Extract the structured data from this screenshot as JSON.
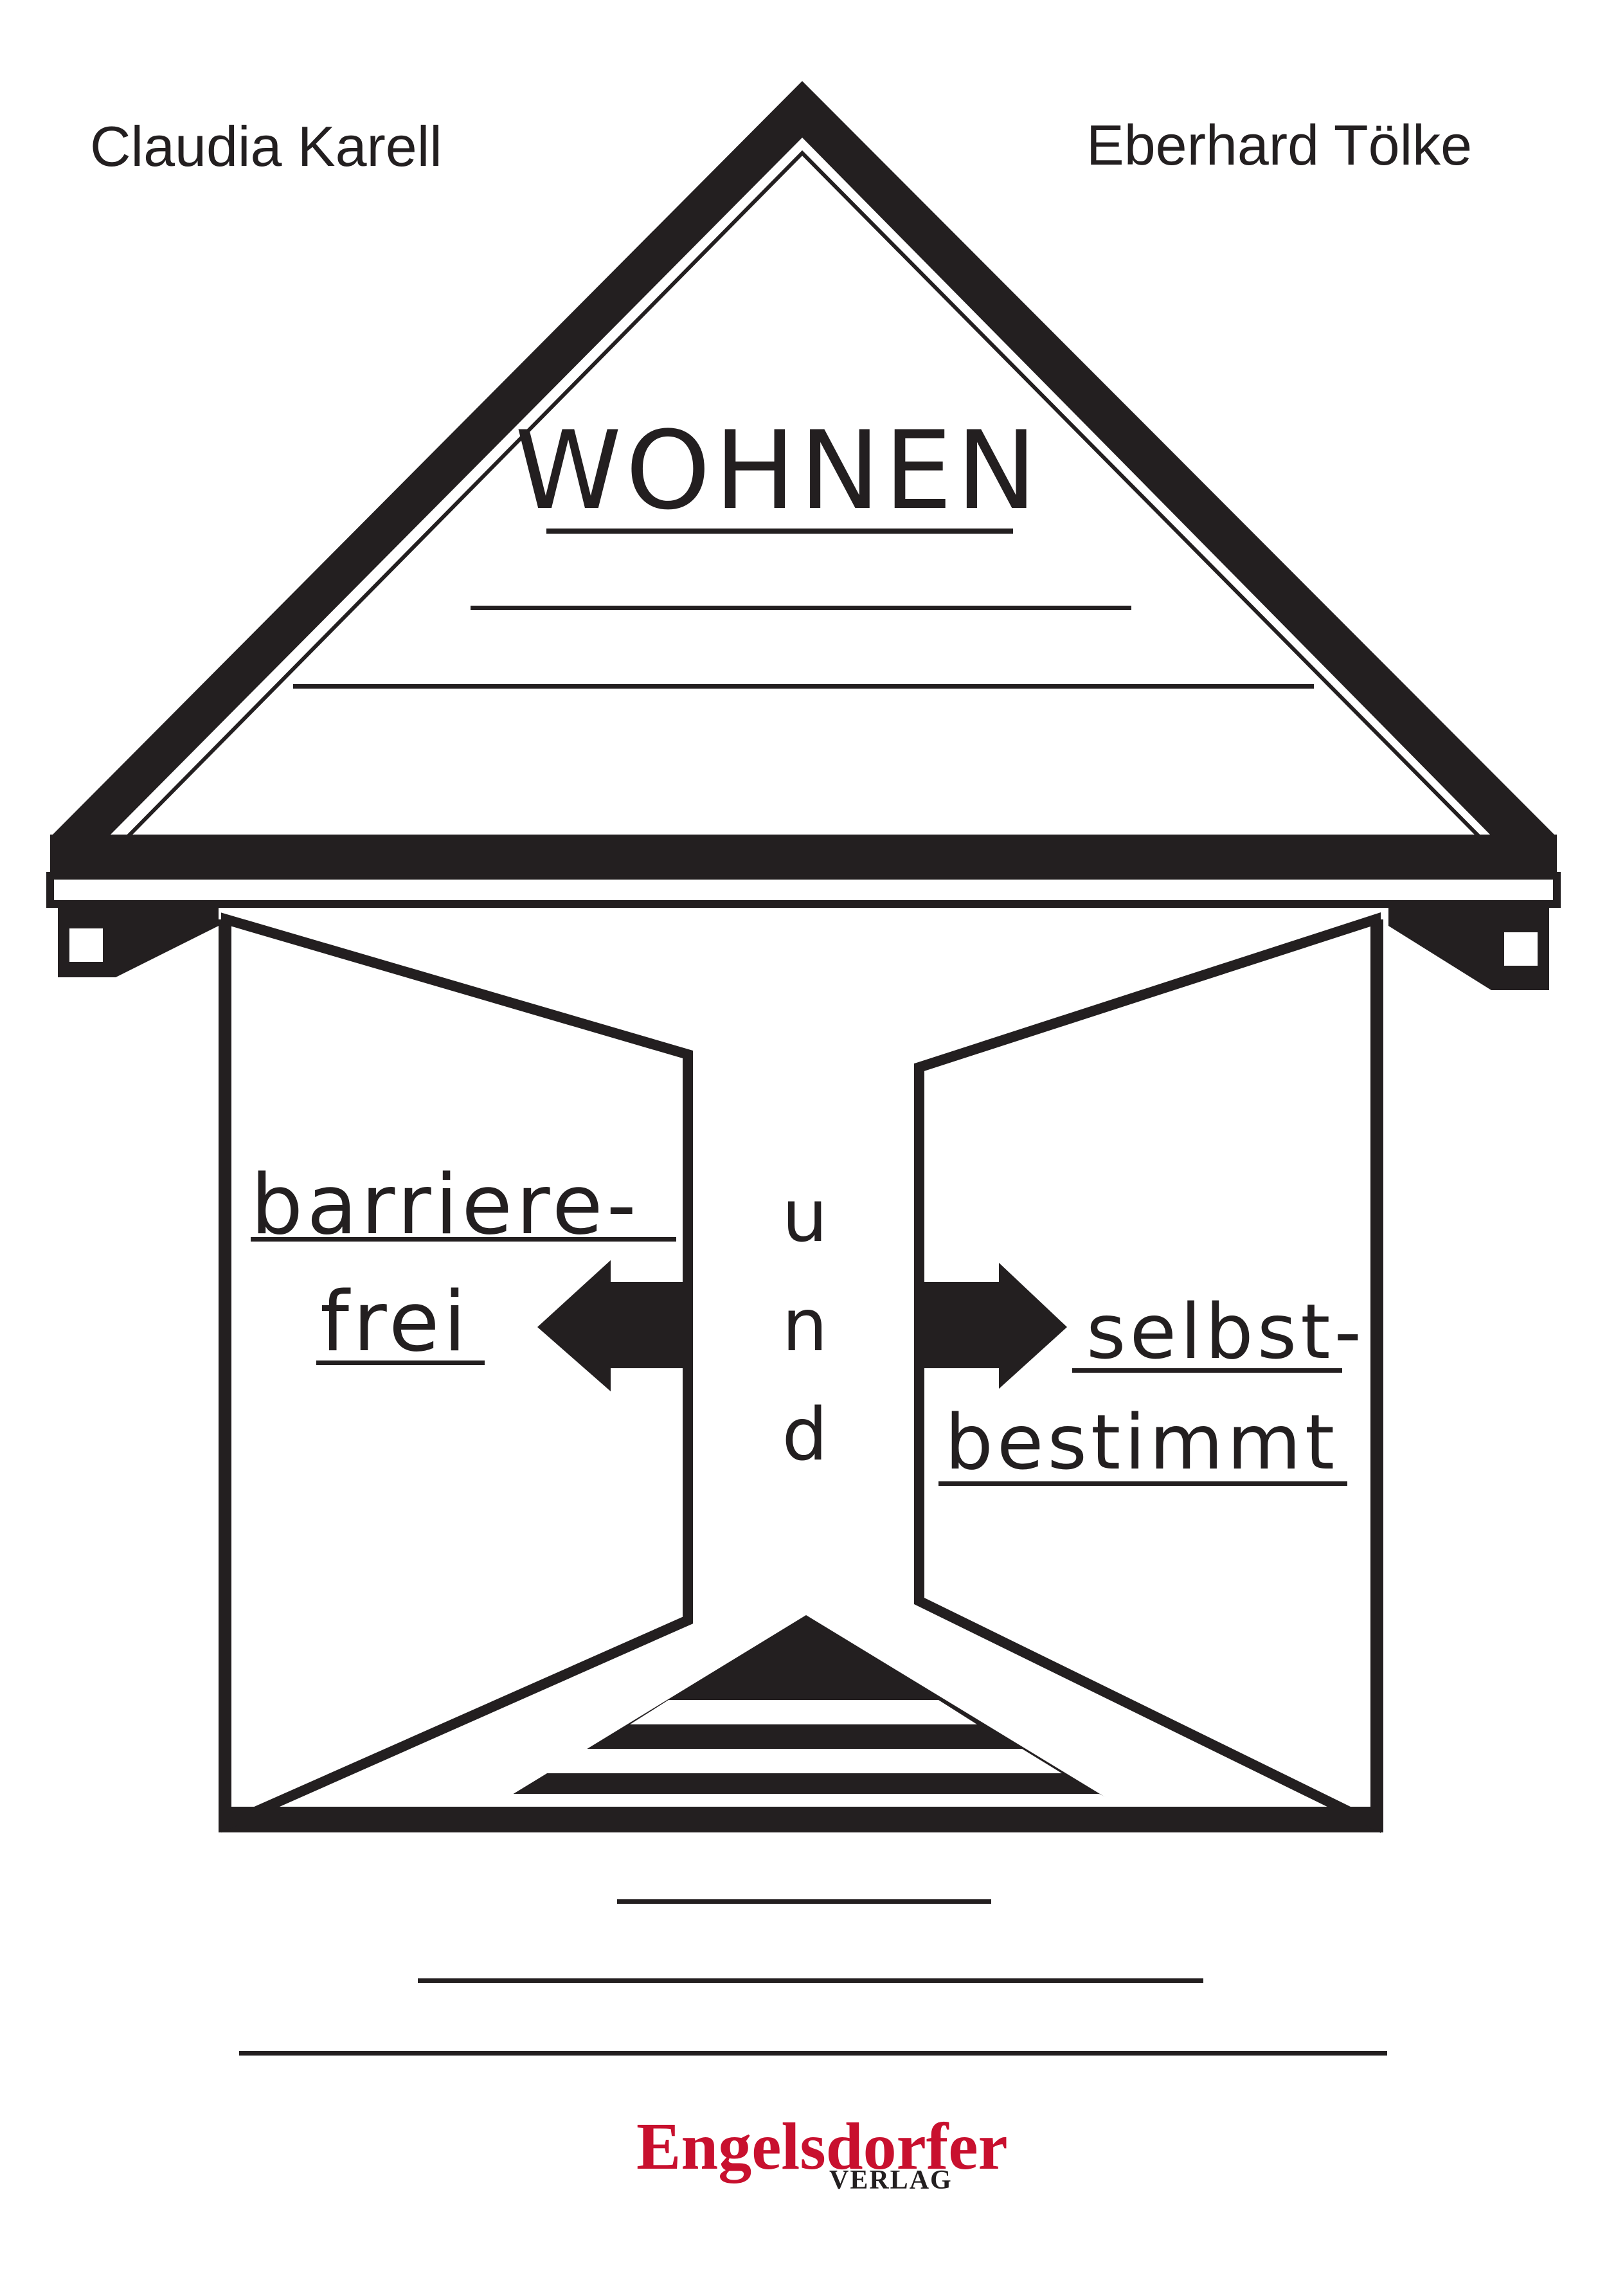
{
  "authors": {
    "left": "Claudia Karell",
    "right": "Eberhard Tölke"
  },
  "house": {
    "roof_title": "WOHNEN",
    "left_word_line1": "barriere-",
    "left_word_line2": "frei",
    "center_letters": [
      "u",
      "n",
      "d"
    ],
    "right_word_line1": "selbst-",
    "right_word_line2": "bestimmt"
  },
  "publisher": {
    "name": "Engelsdorfer",
    "sub": "VERLAG",
    "color": "#c8102e"
  },
  "colors": {
    "ink": "#231f20",
    "paper": "#ffffff"
  }
}
